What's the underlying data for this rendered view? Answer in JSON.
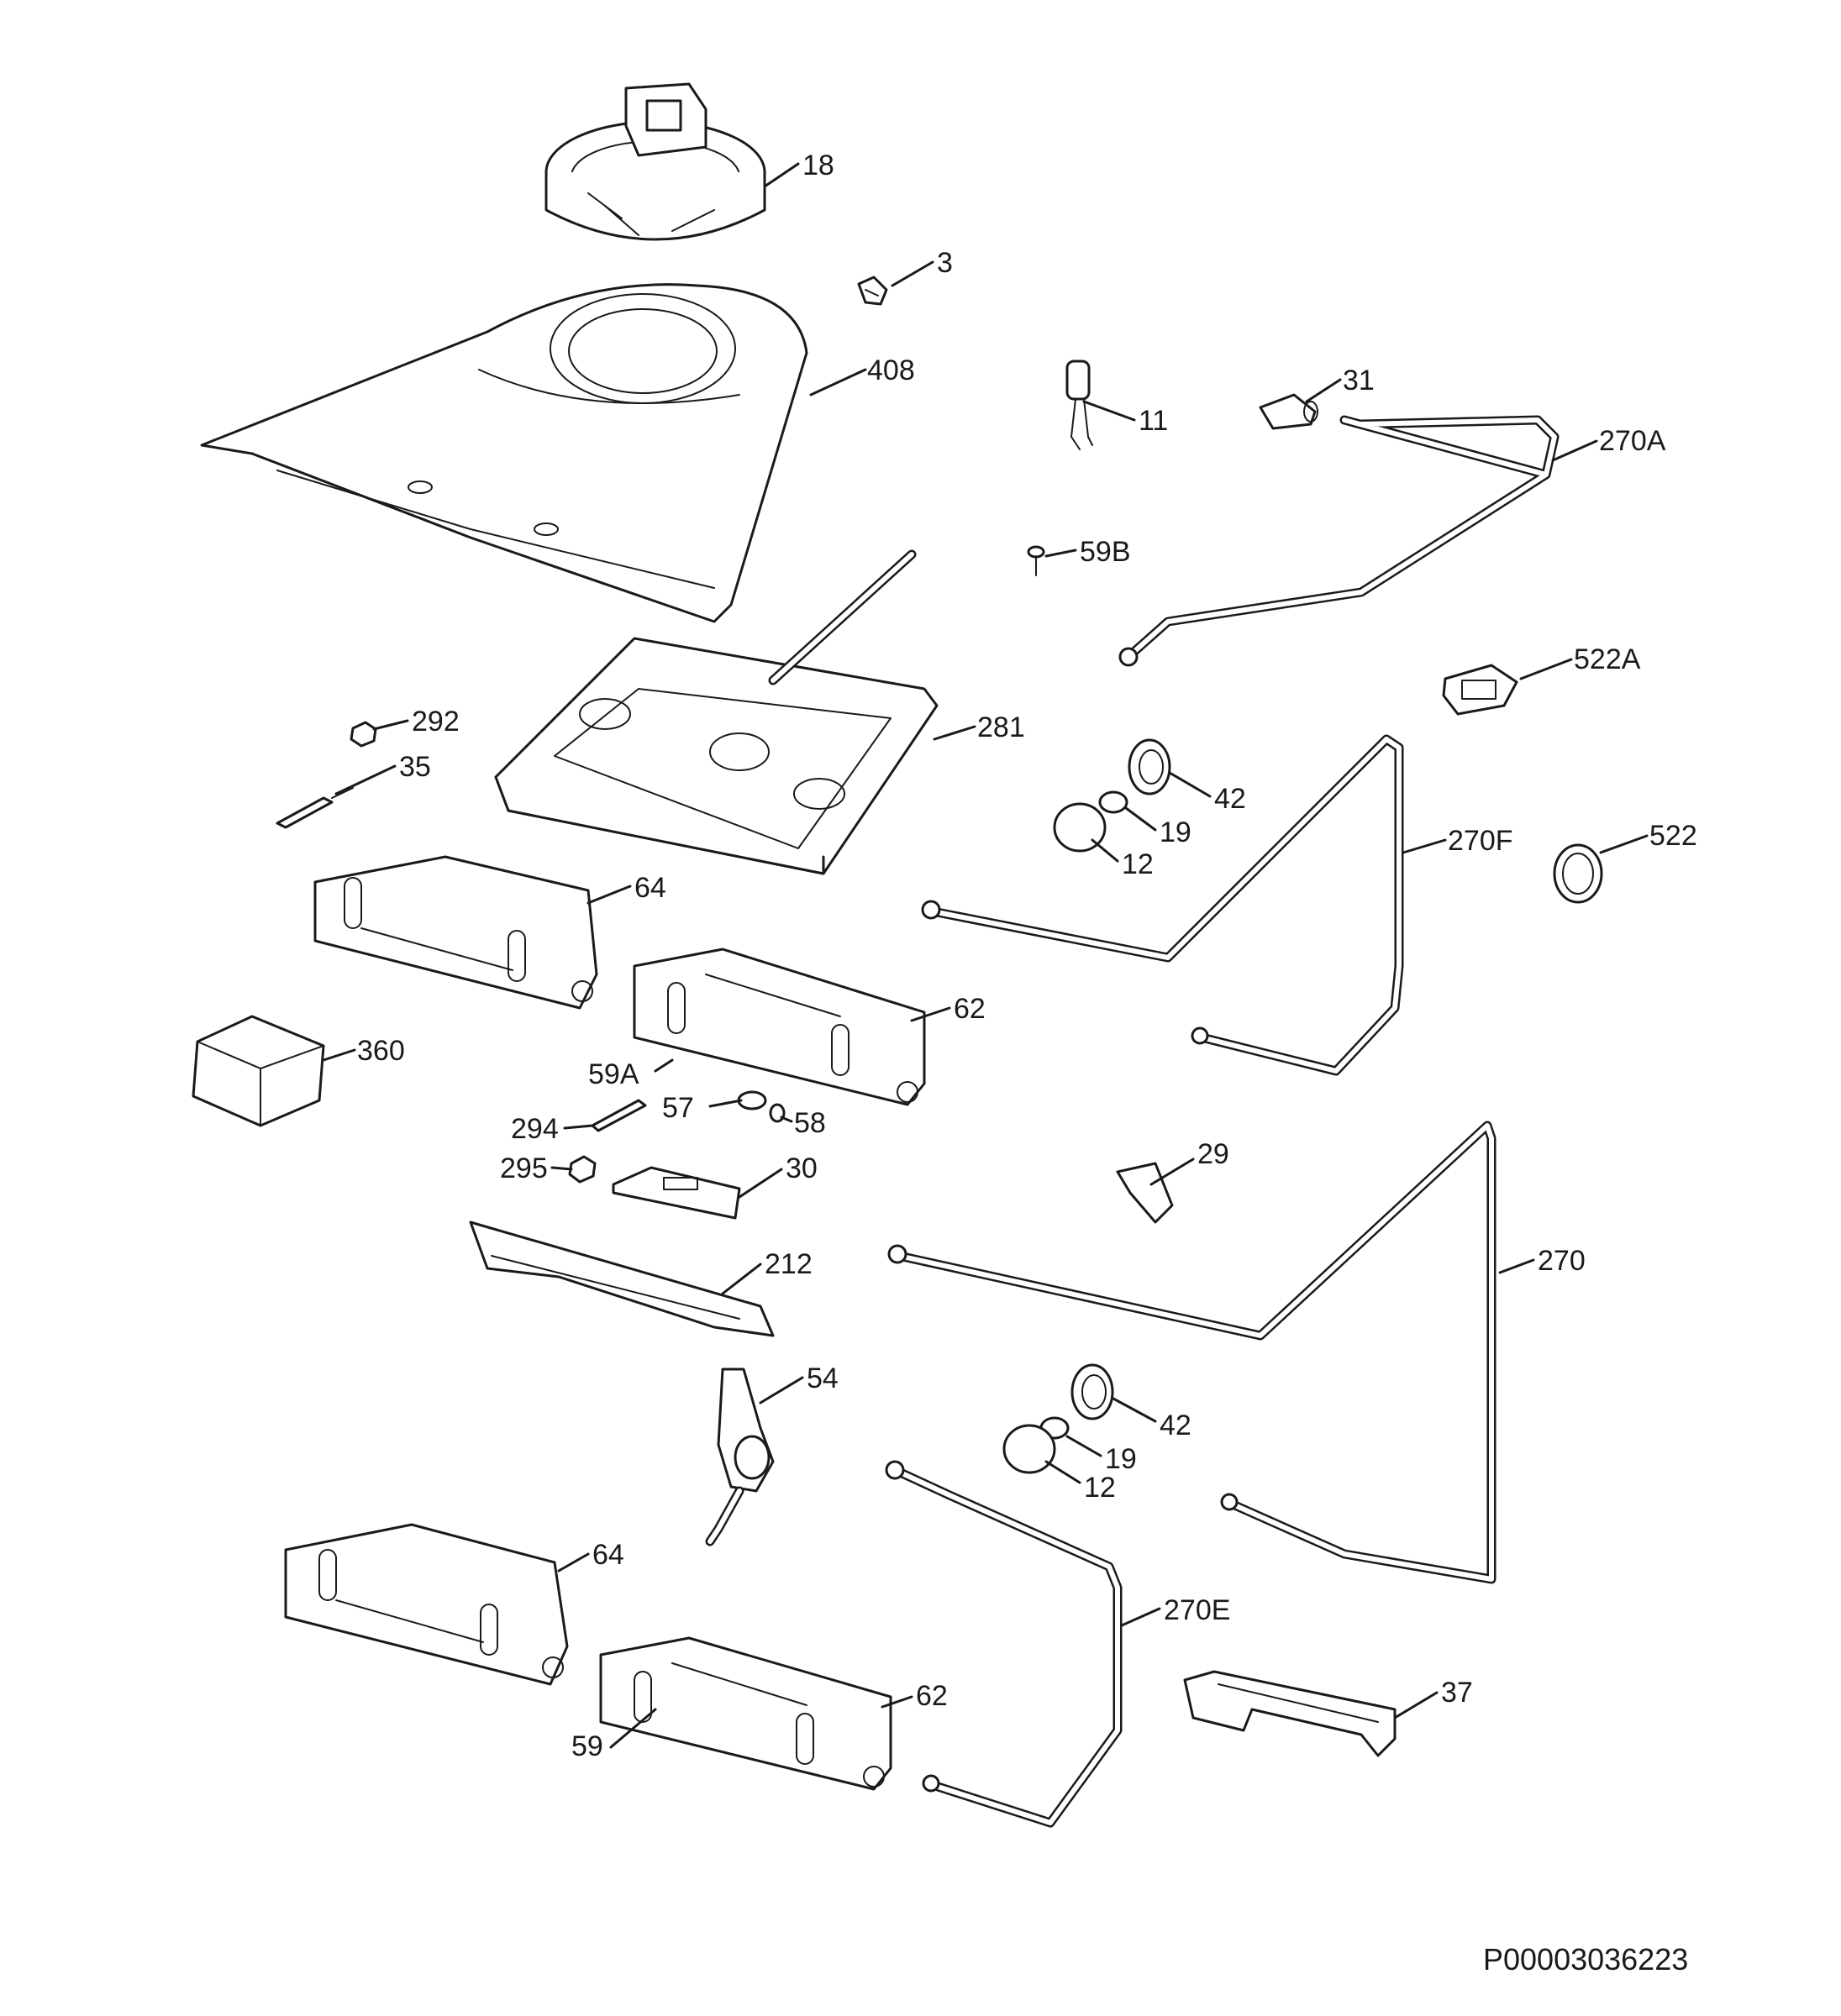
{
  "diagram": {
    "document_id": "P00003036223",
    "callouts": {
      "c18": "18",
      "c3": "3",
      "c408": "408",
      "c31": "31",
      "c11": "11",
      "c270A": "270A",
      "c59B": "59B",
      "c522A": "522A",
      "c292": "292",
      "c281": "281",
      "c35": "35",
      "c42a": "42",
      "c19a": "19",
      "c270F": "270F",
      "c522": "522",
      "c12a": "12",
      "c64a": "64",
      "c62a": "62",
      "c360": "360",
      "c59A": "59A",
      "c294": "294",
      "c57": "57",
      "c58": "58",
      "c29": "29",
      "c295": "295",
      "c30": "30",
      "c212": "212",
      "c270": "270",
      "c54": "54",
      "c42b": "42",
      "c19b": "19",
      "c12b": "12",
      "c64b": "64",
      "c270E": "270E",
      "c62b": "62",
      "c37": "37",
      "c59": "59"
    }
  }
}
